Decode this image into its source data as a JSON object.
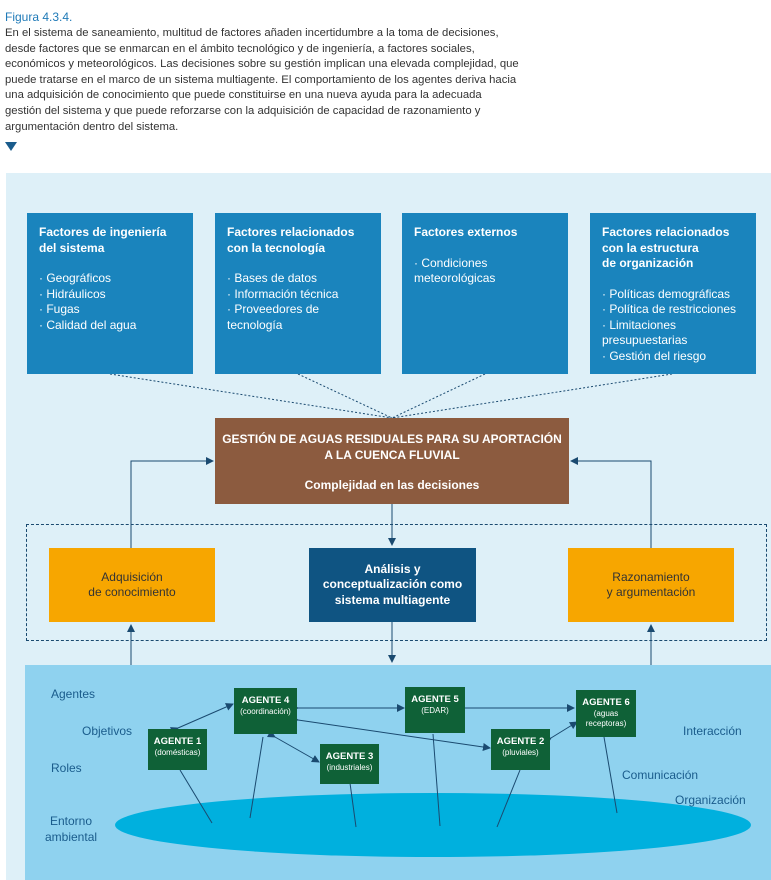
{
  "caption": {
    "figure": "Figura 4.3.4.",
    "text": "En el sistema de saneamiento, multitud de factores añaden incertidumbre a la toma de decisiones, desde factores que se enmarcan en el ámbito tecnológico y de ingeniería, a factores sociales, económicos y meteorológicos. Las decisiones sobre su gestión implican una elevada complejidad, que puede tratarse en el marco de un sistema multiagente. El comportamiento de los agentes deriva hacia una adquisición de conocimiento que puede constituirse en una nueva ayuda para la adecuada gestión del sistema y que puede reforzarse con la adquisición de capacidad de razonamiento y argumentación dentro del sistema."
  },
  "factors": [
    {
      "title": "Factores de ingeniería\ndel sistema",
      "items": [
        "· Geográficos",
        "· Hidráulicos",
        "· Fugas",
        "· Calidad del agua"
      ]
    },
    {
      "title": "Factores relacionados\ncon la tecnología",
      "items": [
        "· Bases de datos",
        "· Información técnica",
        "· Proveedores de tecnología"
      ]
    },
    {
      "title": "Factores externos",
      "items": [
        "· Condiciones\n  meteorológicas"
      ]
    },
    {
      "title": "Factores relacionados\ncon la estructura\nde organización",
      "items": [
        "· Políticas demográficas",
        "· Política de restricciones",
        "· Limitaciones\n  presupuestarias",
        "· Gestión del riesgo"
      ]
    }
  ],
  "central": {
    "title": "GESTIÓN DE AGUAS RESIDUALES PARA SU APORTACIÓN\nA LA CUENCA FLUVIAL",
    "subtitle": "Complejidad en las decisiones"
  },
  "middle": {
    "left": "Adquisición\nde conocimiento",
    "center": "Análisis y\nconceptualización como\nsistema multiagente",
    "right": "Razonamiento\ny argumentación"
  },
  "agents": [
    {
      "name": "AGENTE 1",
      "sub": "(domésticas)"
    },
    {
      "name": "AGENTE 2",
      "sub": "(pluviales)"
    },
    {
      "name": "AGENTE 3",
      "sub": "(industriales)"
    },
    {
      "name": "AGENTE 4",
      "sub": "(coordinación)"
    },
    {
      "name": "AGENTE 5",
      "sub": "(EDAR)"
    },
    {
      "name": "AGENTE 6",
      "sub": "(aguas\nreceptoras)"
    }
  ],
  "labels": {
    "agentes": "Agentes",
    "objetivos": "Objetivos",
    "roles": "Roles",
    "entorno": "Entorno\nambiental",
    "interaccion": "Interacción",
    "comunicacion": "Comunicación",
    "organizacion": "Organización"
  },
  "colors": {
    "factor_box": "#1a84bd",
    "central_box": "#8c5b3f",
    "orange_box": "#f7a600",
    "analysis_box": "#0f5482",
    "agent_box": "#0f6137",
    "panel_bg": "#def0f8",
    "lower_bg": "#8fd2ef",
    "ellipse": "#00b0de"
  }
}
